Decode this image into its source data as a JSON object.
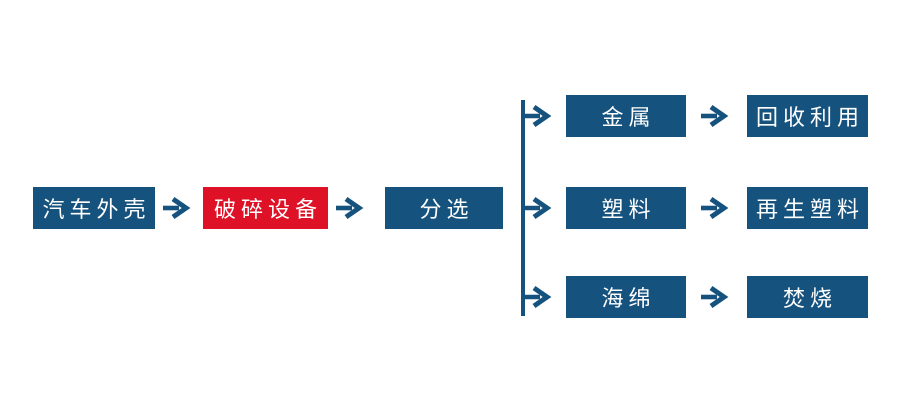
{
  "palette": {
    "node_blue": "#15527E",
    "node_red": "#DE1126",
    "connector_blue": "#15527E",
    "node_text": "#FFFFFF",
    "background": "#FFFFFF"
  },
  "flowchart": {
    "main_chain": [
      {
        "label": "汽车外壳",
        "color": "blue"
      },
      {
        "label": "破碎设备",
        "color": "red"
      },
      {
        "label": "分选",
        "color": "blue"
      }
    ],
    "branches": [
      {
        "material": "金属",
        "outcome": "回收利用"
      },
      {
        "material": "塑料",
        "outcome": "再生塑料"
      },
      {
        "material": "海绵",
        "outcome": "焚烧"
      }
    ]
  }
}
